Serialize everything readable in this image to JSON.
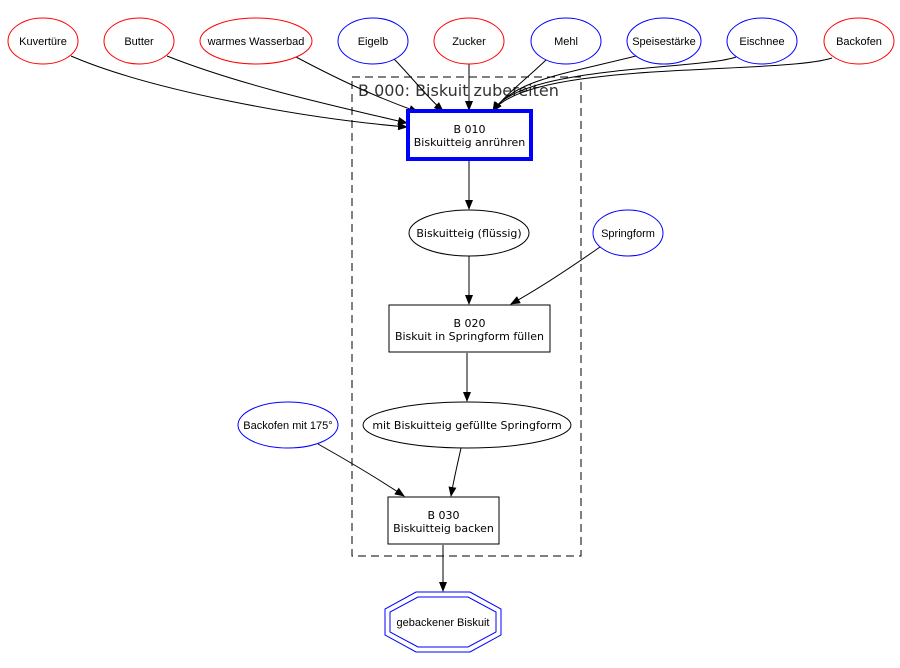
{
  "cluster": {
    "title": "B 000: Biskuit zubereiten"
  },
  "inputs": [
    {
      "label": "Kuvertüre",
      "color": "#ff0000"
    },
    {
      "label": "Butter",
      "color": "#ff0000"
    },
    {
      "label": "warmes Wasserbad",
      "color": "#ff0000"
    },
    {
      "label": "Eigelb",
      "color": "#0000ff"
    },
    {
      "label": "Zucker",
      "color": "#ff0000"
    },
    {
      "label": "Mehl",
      "color": "#0000ff"
    },
    {
      "label": "Speisestärke",
      "color": "#0000ff"
    },
    {
      "label": "Eischnee",
      "color": "#0000ff"
    },
    {
      "label": "Backofen",
      "color": "#ff0000"
    }
  ],
  "steps": [
    {
      "id": "B 010",
      "name": "Biskuitteig anrühren",
      "color": "#0000ff"
    },
    {
      "id": "B 020",
      "name": "Biskuit in Springform füllen",
      "color": "#000000"
    },
    {
      "id": "B 030",
      "name": "Biskuitteig backen",
      "color": "#000000"
    }
  ],
  "intermediates": [
    {
      "label": "Biskuitteig (flüssig)"
    },
    {
      "label": "mit Biskuitteig gefüllte Springform"
    }
  ],
  "side_inputs": [
    {
      "label": "Springform",
      "color": "#0000ff"
    },
    {
      "label": "Backofen mit 175°",
      "color": "#0000ff"
    }
  ],
  "output": {
    "label": "gebackener Biskuit",
    "color": "#0000ff"
  }
}
